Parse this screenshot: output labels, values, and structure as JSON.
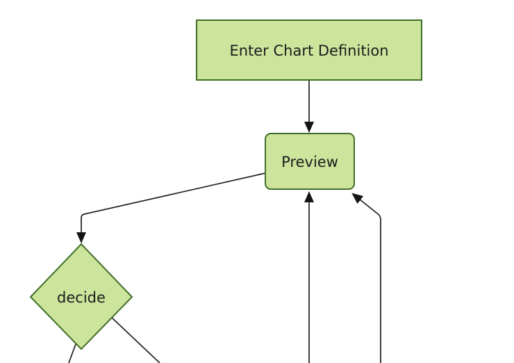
{
  "diagram": {
    "type": "flowchart",
    "background_color": "#ffffff",
    "style": {
      "node_fill": "#cde49c",
      "node_border": "#3f6e28",
      "edge_color": "#1e1e1e",
      "arrowhead_color": "#141414",
      "text_color": "#1c1c1c"
    },
    "nodes": [
      {
        "id": "enter-chart-definition",
        "label": "Enter Chart Definition",
        "shape": "rectangle"
      },
      {
        "id": "preview",
        "label": "Preview",
        "shape": "rounded-rectangle"
      },
      {
        "id": "decide",
        "label": "decide",
        "shape": "diamond"
      }
    ],
    "edges": [
      {
        "id": "enter-to-preview",
        "from": "enter-chart-definition",
        "to": "preview",
        "arrow": true
      },
      {
        "id": "preview-to-decide",
        "from": "preview",
        "to": "decide",
        "arrow": true
      },
      {
        "id": "bottom-center-to-preview",
        "from": "offscreen-bottom",
        "to": "preview",
        "arrow": true
      },
      {
        "id": "bottom-right-to-preview",
        "from": "offscreen-bottom",
        "to": "preview",
        "arrow": true
      },
      {
        "id": "decide-branch-left",
        "from": "decide",
        "to": "offscreen-bottom",
        "arrow": false
      },
      {
        "id": "decide-branch-right",
        "from": "decide",
        "to": "offscreen-bottom",
        "arrow": false
      }
    ]
  }
}
